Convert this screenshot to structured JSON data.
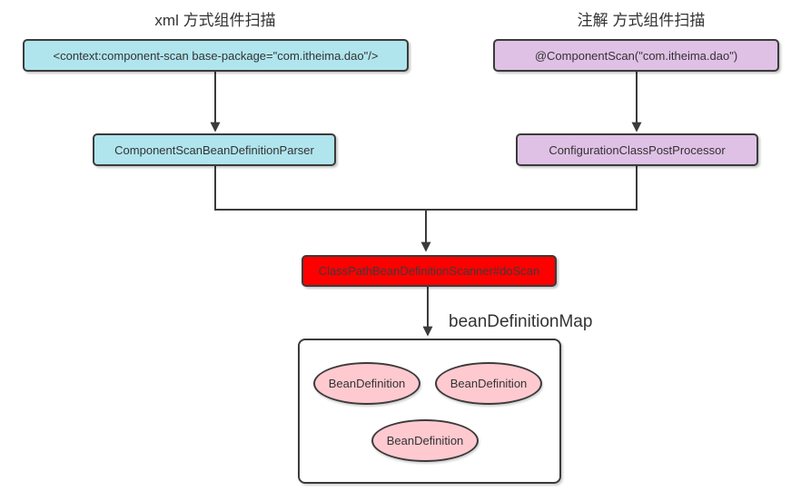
{
  "diagram": {
    "xml_branch": {
      "title": "xml 方式组件扫描",
      "source_box": "<context:component-scan base-package=\"com.itheima.dao\"/>",
      "parser_box": "ComponentScanBeanDefinitionParser"
    },
    "annotation_branch": {
      "title": "注解 方式组件扫描",
      "source_box": "@ComponentScan(\"com.itheima.dao\")",
      "processor_box": "ConfigurationClassPostProcessor"
    },
    "scanner_box": "ClassPathBeanDefinitionScanner#doScan",
    "map_label": "beanDefinitionMap",
    "bean_definitions": [
      "BeanDefinition",
      "BeanDefinition",
      "BeanDefinition"
    ],
    "colors": {
      "xml_box_fill": "#b0e5ee",
      "annotation_box_fill": "#e0c1e6",
      "scanner_box_fill": "#fe0000",
      "bean_ellipse_fill": "#ffc9d0",
      "line_and_border": "#3b3b3b",
      "text": "#333333"
    }
  }
}
